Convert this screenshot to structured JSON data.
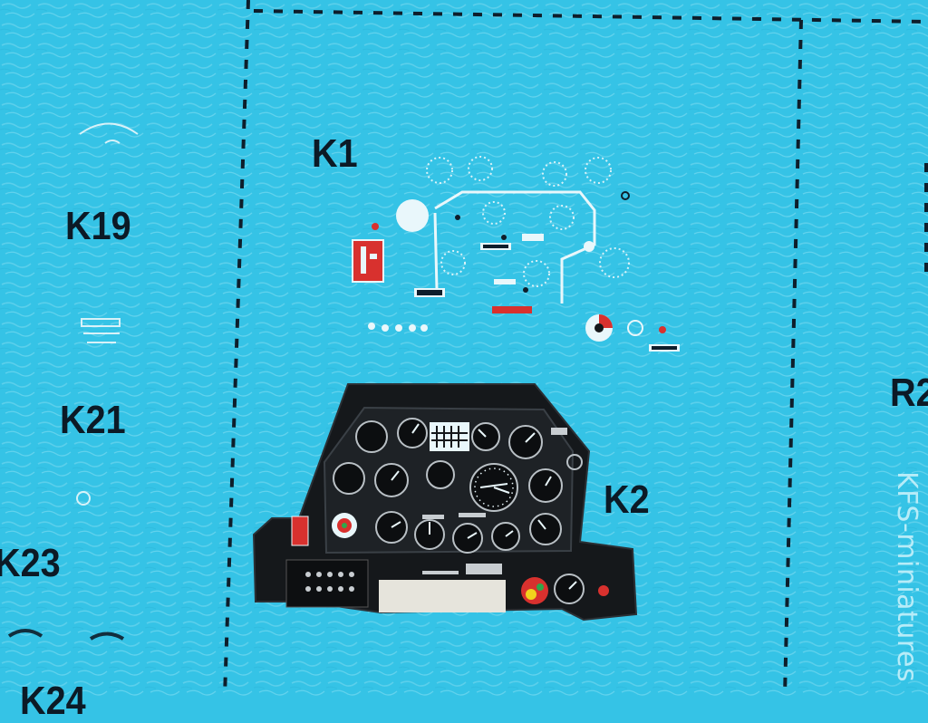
{
  "labels": {
    "k1": "K1",
    "k19": "K19",
    "k21": "K21",
    "k23": "K23",
    "k24": "K24",
    "k2": "K2",
    "r2": "R2"
  },
  "watermark": "KFS-miniatures",
  "colors": {
    "sheet": "#35c3e6",
    "cut_line": "#0e1e2b",
    "panel": "#15181b",
    "white_print": "#e9f7fb",
    "red_print": "#d8312e"
  }
}
